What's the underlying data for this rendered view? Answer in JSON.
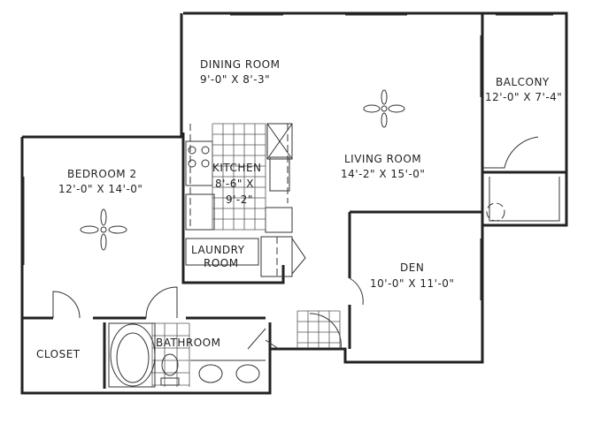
{
  "rooms": {
    "dining": {
      "name": "DINING ROOM",
      "size": "9'-0\" X 8'-3\""
    },
    "living": {
      "name": "LIVING ROOM",
      "size": "14'-2\" X 15'-0\""
    },
    "balcony": {
      "name": "BALCONY",
      "size": "12'-0\" X 7'-4\""
    },
    "kitchen": {
      "name": "KITCHEN",
      "size_line1": "8'-6\" X",
      "size_line2": "9'-2\""
    },
    "bedroom2": {
      "name": "BEDROOM 2",
      "size": "12'-0\" X 14'-0\""
    },
    "laundry": {
      "name_line1": "LAUNDRY",
      "name_line2": "ROOM"
    },
    "den": {
      "name": "DEN",
      "size": "10'-0\" X 11'-0\""
    },
    "closet": {
      "name": "CLOSET"
    },
    "bathroom": {
      "name": "BATHROOM"
    }
  }
}
